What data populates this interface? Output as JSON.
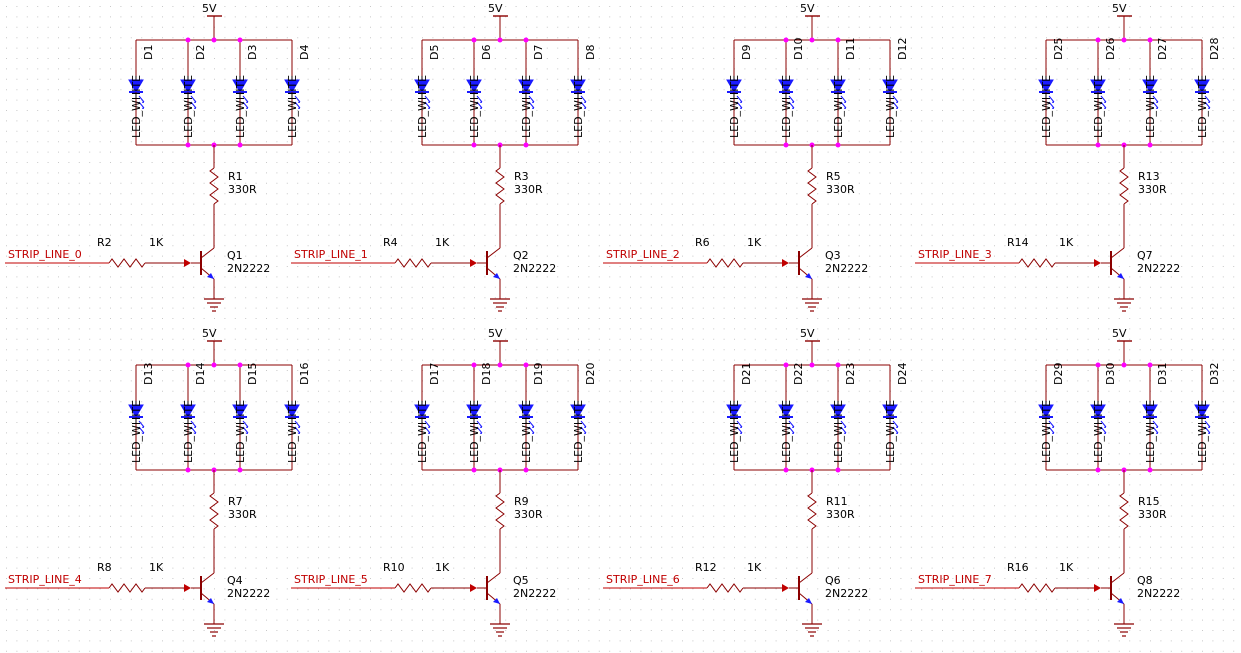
{
  "colors": {
    "background": "#ffffff",
    "grid": "#c8c8c8",
    "wire": "#8b0000",
    "net_wire": "#c00000",
    "component": "#8b0000",
    "junction": "#ff00ff",
    "led": "#1a1aff",
    "text": "#000000",
    "net_label": "#c00000"
  },
  "supply_label": "5V",
  "led_value": "LED_WHITE",
  "resistor_value": "330R",
  "base_resistor_value": "1K",
  "transistor_value": "2N2222",
  "blocks": [
    {
      "net": "STRIP_LINE_0",
      "leds": [
        "D1",
        "D2",
        "D3",
        "D4"
      ],
      "r_collector": "R1",
      "r_base": "R2",
      "q": "Q1"
    },
    {
      "net": "STRIP_LINE_1",
      "leds": [
        "D5",
        "D6",
        "D7",
        "D8"
      ],
      "r_collector": "R3",
      "r_base": "R4",
      "q": "Q2"
    },
    {
      "net": "STRIP_LINE_2",
      "leds": [
        "D9",
        "D10",
        "D11",
        "D12"
      ],
      "r_collector": "R5",
      "r_base": "R6",
      "q": "Q3"
    },
    {
      "net": "STRIP_LINE_3",
      "leds": [
        "D25",
        "D26",
        "D27",
        "D28"
      ],
      "r_collector": "R13",
      "r_base": "R14",
      "q": "Q7"
    },
    {
      "net": "STRIP_LINE_4",
      "leds": [
        "D13",
        "D14",
        "D15",
        "D16"
      ],
      "r_collector": "R7",
      "r_base": "R8",
      "q": "Q4"
    },
    {
      "net": "STRIP_LINE_5",
      "leds": [
        "D17",
        "D18",
        "D19",
        "D20"
      ],
      "r_collector": "R9",
      "r_base": "R10",
      "q": "Q5"
    },
    {
      "net": "STRIP_LINE_6",
      "leds": [
        "D21",
        "D22",
        "D23",
        "D24"
      ],
      "r_collector": "R11",
      "r_base": "R12",
      "q": "Q6"
    },
    {
      "net": "STRIP_LINE_7",
      "leds": [
        "D29",
        "D30",
        "D31",
        "D32"
      ],
      "r_collector": "R15",
      "r_base": "R16",
      "q": "Q8"
    }
  ]
}
